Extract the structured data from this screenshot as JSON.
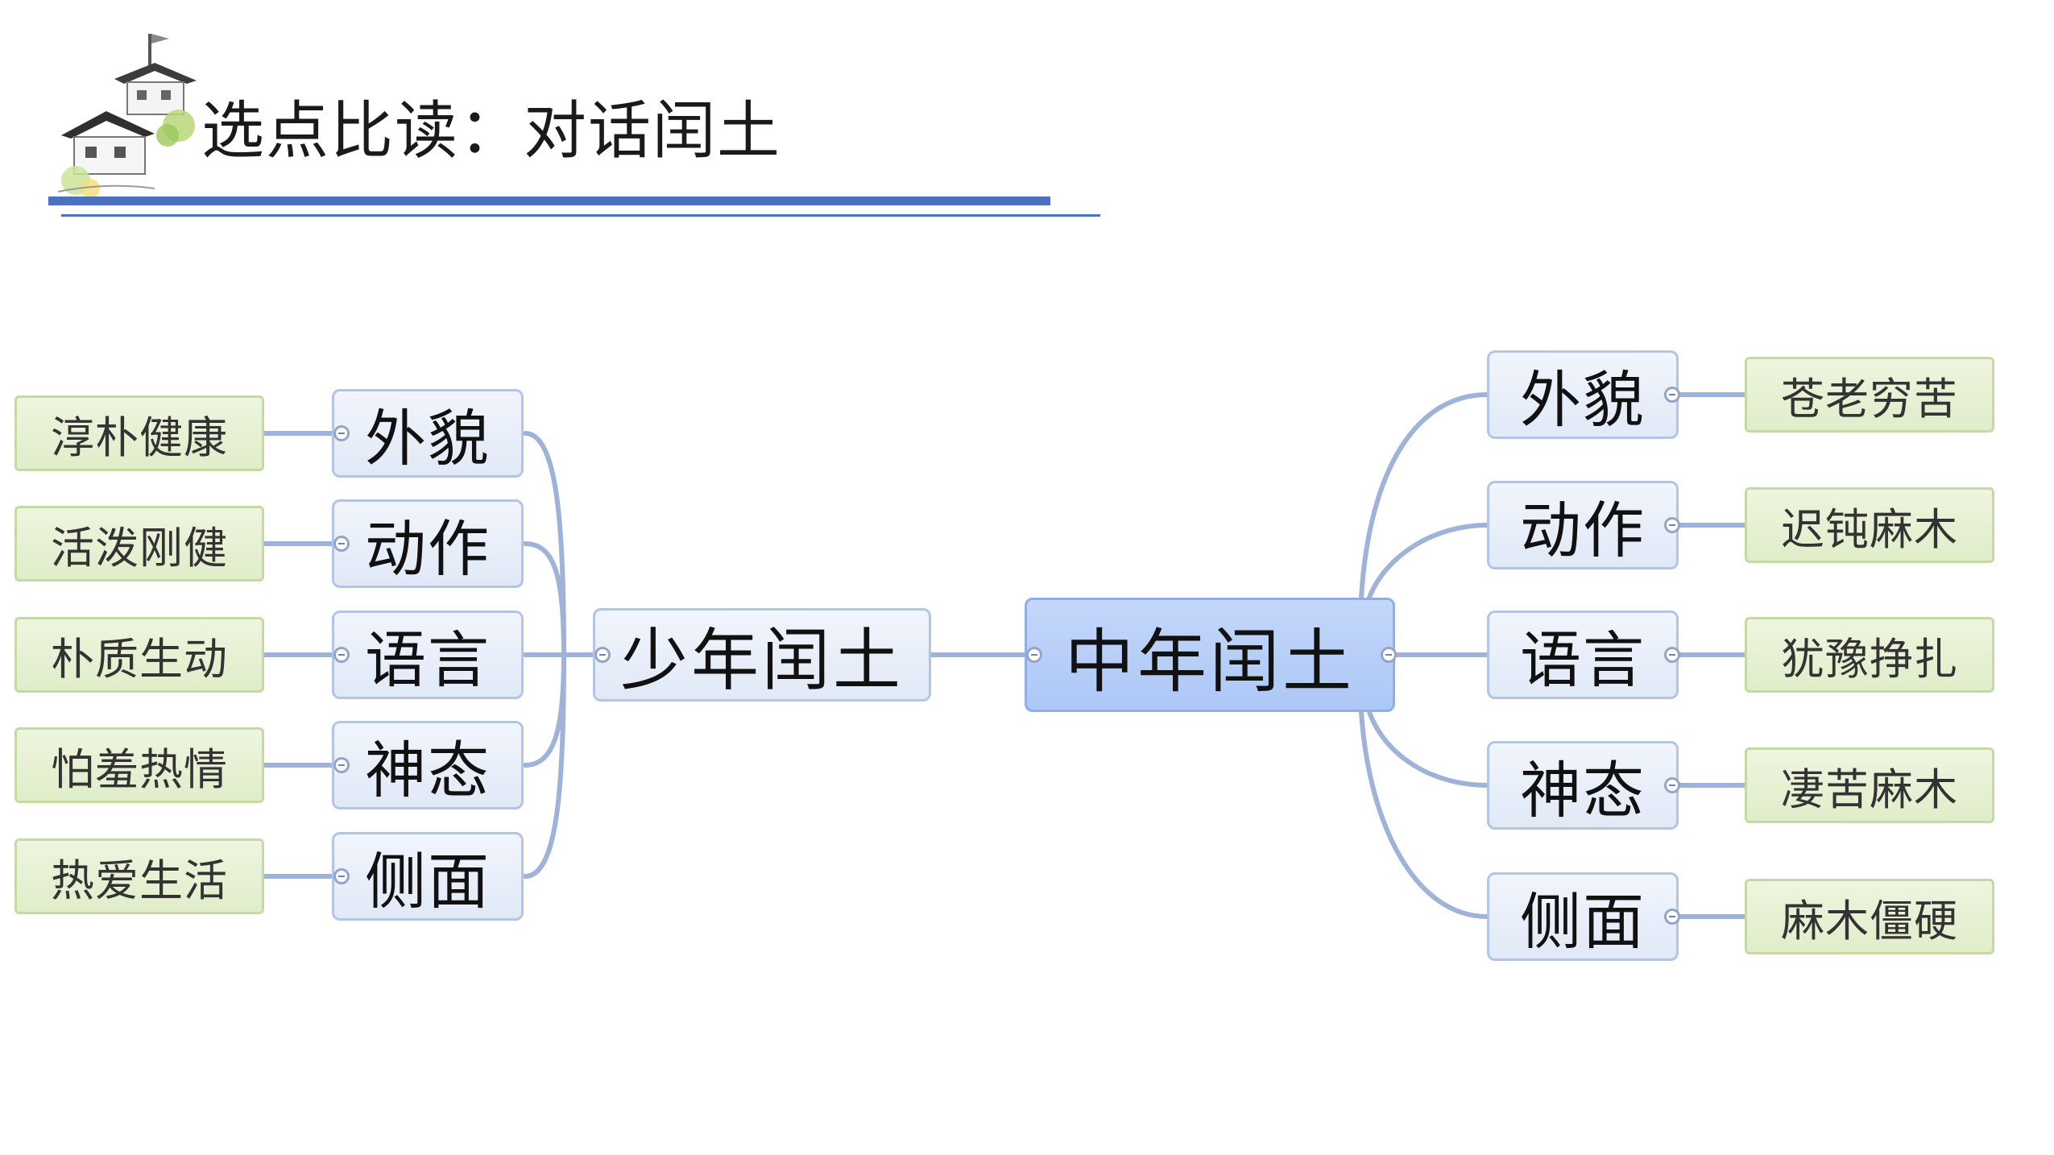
{
  "slide": {
    "title": "选点比读：对话闰土"
  },
  "mindmap": {
    "center": "中年闰土",
    "left_main": "少年闰土",
    "left_branches": [
      {
        "aspect": "外貌",
        "trait": "淳朴健康"
      },
      {
        "aspect": "动作",
        "trait": "活泼刚健"
      },
      {
        "aspect": "语言",
        "trait": "朴质生动"
      },
      {
        "aspect": "神态",
        "trait": "怕羞热情"
      },
      {
        "aspect": "侧面",
        "trait": "热爱生活"
      }
    ],
    "right_branches": [
      {
        "aspect": "外貌",
        "trait": "苍老穷苦"
      },
      {
        "aspect": "动作",
        "trait": "迟钝麻木"
      },
      {
        "aspect": "语言",
        "trait": "犹豫挣扎"
      },
      {
        "aspect": "神态",
        "trait": "凄苦麻木"
      },
      {
        "aspect": "侧面",
        "trait": "麻木僵硬"
      }
    ]
  },
  "colors": {
    "accent_rule": "#4a72c0",
    "connector": "#9fb2d9",
    "center_fill": "#b8cff8",
    "aspect_fill": "#e8eefa",
    "trait_fill": "#e6f0d3"
  }
}
